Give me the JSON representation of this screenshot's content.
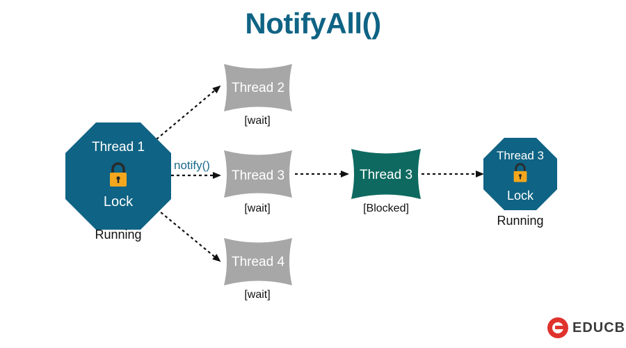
{
  "title": "NotifyAll()",
  "colors": {
    "title": "#0f6384",
    "octagon": "#0f6384",
    "waiting_thread": "#a7a7a7",
    "blocked_thread": "#0e6a60",
    "lock_body": "#f4a71d",
    "arrow": "#111111",
    "label": "#111111",
    "notify_label": "#1c6a8c",
    "brand": "#e0322d"
  },
  "nodes": {
    "thread1": {
      "name": "Thread 1",
      "lock_label": "Lock",
      "state": "Running",
      "icon": "lock-icon"
    },
    "thread2": {
      "name": "Thread 2",
      "state": "[wait]"
    },
    "thread3_wait": {
      "name": "Thread 3",
      "state": "[wait]"
    },
    "thread4": {
      "name": "Thread 4",
      "state": "[wait]"
    },
    "thread3_blocked": {
      "name": "Thread 3",
      "state": "[Blocked]"
    },
    "thread3_running": {
      "name": "Thread 3",
      "lock_label": "Lock",
      "state": "Running",
      "icon": "lock-icon"
    }
  },
  "edge_labels": {
    "notify": "notify()"
  },
  "logo": {
    "text": "EDUCBA",
    "icon": "educba-logo-icon"
  }
}
